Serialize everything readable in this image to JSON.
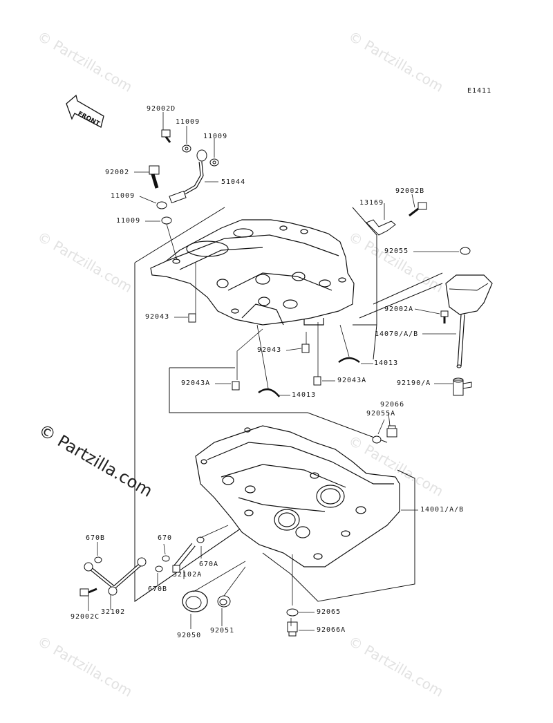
{
  "figure_code": "E1411",
  "front_label": "FRONT",
  "watermark": "© Partzilla.com",
  "parts": {
    "p92002D": "92002D",
    "p11009_a": "11009",
    "p11009_b": "11009",
    "p92002": "92002",
    "p51044": "51044",
    "p11009_c": "11009",
    "p11009_d": "11009",
    "p13169": "13169",
    "p92002B": "92002B",
    "p92055": "92055",
    "p92043_a": "92043",
    "p92002A": "92002A",
    "p14070": "14070/A/B",
    "p92043_b": "92043",
    "p14013_a": "14013",
    "p92043A_a": "92043A",
    "p92043A_b": "92043A",
    "p14013_b": "14013",
    "p92190": "92190/A",
    "p92066": "92066",
    "p92055A": "92055A",
    "p14001": "14001/A/B",
    "p670B_a": "670B",
    "p670": "670",
    "p670A": "670A",
    "p32102A": "32102A",
    "p670B_b": "670B",
    "p92002C": "92002C",
    "p32102": "32102",
    "p92065": "92065",
    "p92050": "92050",
    "p92051": "92051",
    "p92066A": "92066A"
  }
}
